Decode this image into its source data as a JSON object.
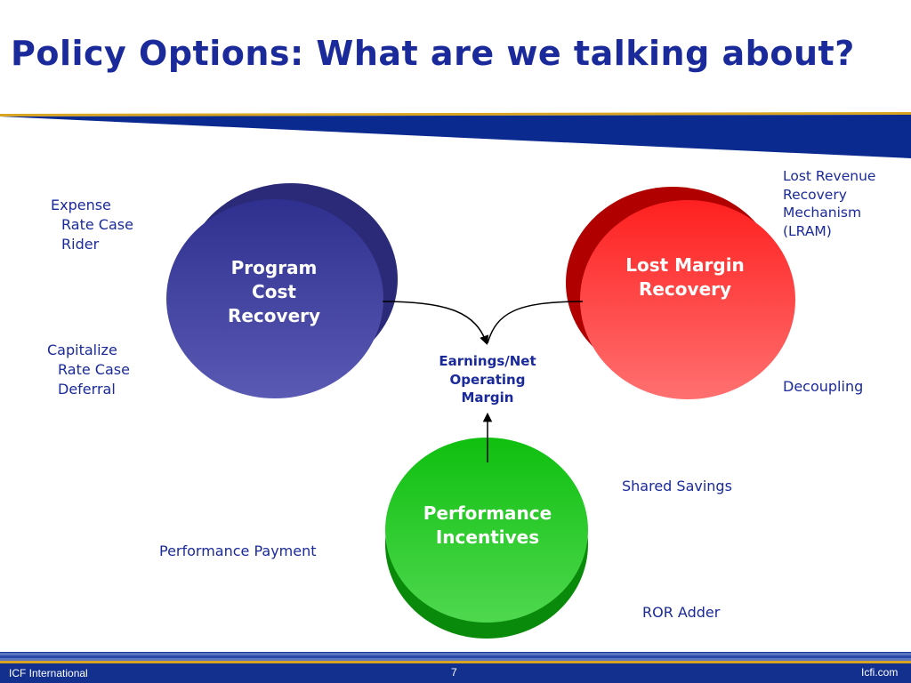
{
  "slide": {
    "title": "Policy Options:  What are we talking about?"
  },
  "diagram": {
    "nodes": {
      "program_cost": {
        "label_lines": [
          "Program",
          "Cost",
          "Recovery"
        ],
        "color": "#3a3a9a",
        "shadow": "#2a2a78"
      },
      "lost_margin": {
        "label_lines": [
          "Lost Margin",
          "Recovery"
        ],
        "color": "#ff4040",
        "shadow": "#b00000"
      },
      "performance": {
        "label_lines": [
          "Performance",
          "Incentives"
        ],
        "color": "#2fc42f",
        "shadow": "#0a8a0a"
      },
      "center": {
        "label_lines": [
          "Earnings/Net",
          "Operating",
          "Margin"
        ]
      }
    },
    "labels": {
      "expense": {
        "main": "Expense",
        "subs": [
          "Rate Case",
          "Rider"
        ]
      },
      "capitalize": {
        "main": "Capitalize",
        "subs": [
          "Rate Case",
          "Deferral"
        ]
      },
      "lram": [
        "Lost Revenue",
        "Recovery",
        "Mechanism",
        "(LRAM)"
      ],
      "decoupling": "Decoupling",
      "shared_savings": "Shared Savings",
      "performance_payment": "Performance Payment",
      "ror_adder": "ROR Adder"
    }
  },
  "footer": {
    "left": "ICF International",
    "page": "7",
    "right": "Icfi.com"
  },
  "colors": {
    "title": "#1a2a9a",
    "band_blue": "#0a2a8f",
    "band_gold": "#d9a520",
    "footer_bg": "#1a3a9a"
  }
}
